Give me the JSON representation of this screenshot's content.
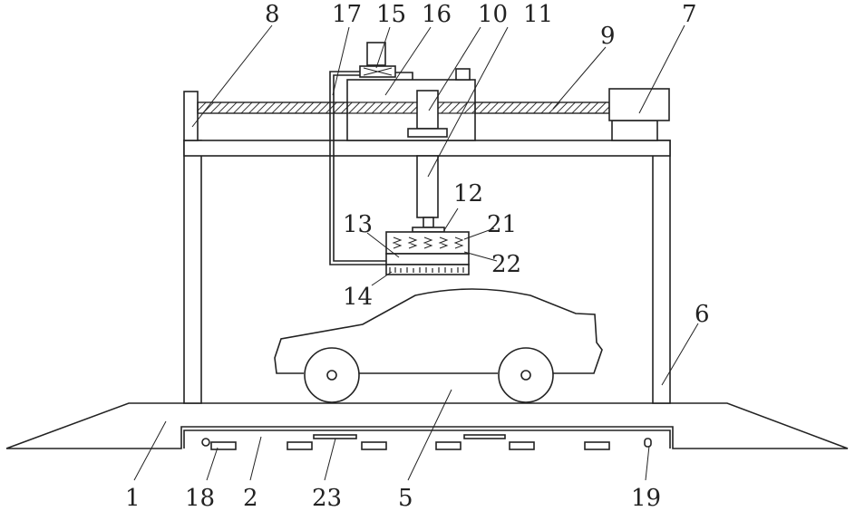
{
  "labels": {
    "n1": "1",
    "n2": "2",
    "n5": "5",
    "n6": "6",
    "n7": "7",
    "n8": "8",
    "n9": "9",
    "n10": "10",
    "n11": "11",
    "n12": "12",
    "n13": "13",
    "n14": "14",
    "n15": "15",
    "n16": "16",
    "n17": "17",
    "n18": "18",
    "n19": "19",
    "n21": "21",
    "n22": "22",
    "n23": "23"
  }
}
